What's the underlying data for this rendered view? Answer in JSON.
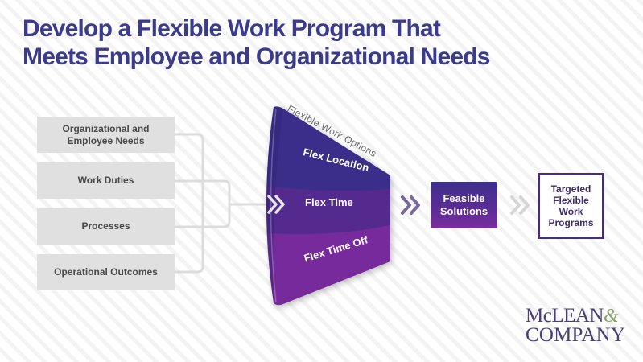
{
  "title": {
    "line1": "Develop a Flexible Work Program That",
    "line2": "Meets Employee and Organizational Needs"
  },
  "inputs": [
    {
      "line1": "Organizational and",
      "line2": "Employee Needs"
    },
    {
      "line1": "Work Duties",
      "line2": ""
    },
    {
      "line1": "Processes",
      "line2": ""
    },
    {
      "line1": "Operational Outcomes",
      "line2": ""
    }
  ],
  "funnel": {
    "caption": "Flexible Work Options",
    "bands": [
      {
        "label": "Flex Location",
        "color": "#3b2f8a"
      },
      {
        "label": "Flex Time",
        "color": "#55298f"
      },
      {
        "label": "Flex Time Off",
        "color": "#772c9b"
      }
    ]
  },
  "arrows": {
    "into_funnel_color": "#e6e6e6",
    "after_funnel_color": "#7a6a9c",
    "after_solutions_color": "#d6d6d6"
  },
  "feasible": {
    "line1": "Feasible",
    "line2": "Solutions"
  },
  "target": {
    "line1": "Targeted",
    "line2": "Flexible",
    "line3": "Work",
    "line4": "Programs"
  },
  "logo": {
    "line1": "McLEAN",
    "ampersand": "&",
    "line2": "COMPANY"
  },
  "colors": {
    "title": "#3b3b8c",
    "input_box_bg": "#e0e0e0",
    "connector": "#dcdcdc",
    "target_border": "#45306f"
  }
}
